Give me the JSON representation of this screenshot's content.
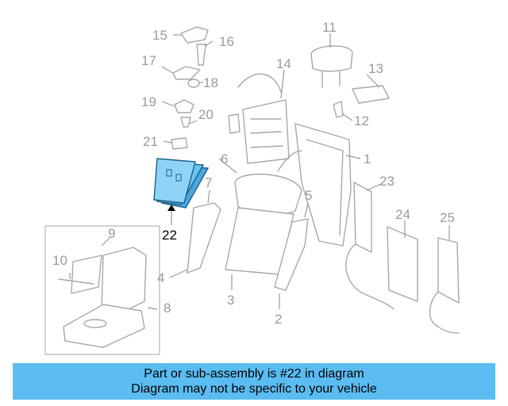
{
  "diagram": {
    "callouts": [
      "1",
      "2",
      "3",
      "4",
      "5",
      "6",
      "7",
      "8",
      "9",
      "10",
      "11",
      "12",
      "13",
      "14",
      "15",
      "16",
      "17",
      "18",
      "19",
      "20",
      "21",
      "22",
      "23",
      "24",
      "25"
    ],
    "highlight_color": "#4aa8e0",
    "part_line_color": "#a8a8a8"
  },
  "banner": {
    "line1": "Part or sub-assembly is #22 in diagram",
    "line2": "Diagram may not be specific to your vehicle",
    "background": "#5bbcf2"
  }
}
